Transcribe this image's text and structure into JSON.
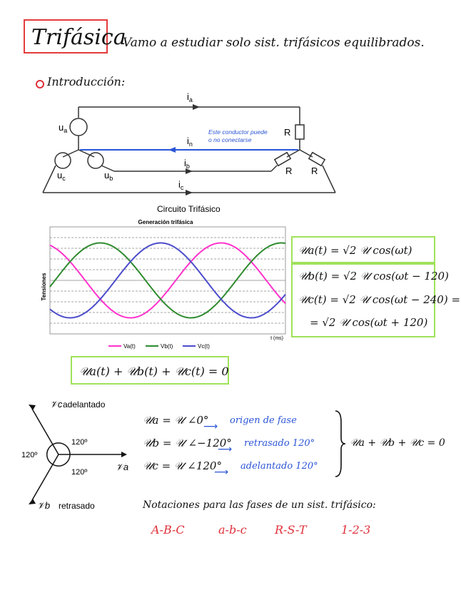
{
  "title": "Trifásica",
  "subtitle": "Vamo a estudiar solo sist. trifásicos equilibrados.",
  "intro": "Introducción:",
  "circuit": {
    "caption": "Circuito Trifásico",
    "note_line1": "Este conductor puede",
    "note_line2": "o no conectarse",
    "labels": {
      "ia": "i",
      "ia_sub": "a",
      "in": "i",
      "in_sub": "n",
      "ib": "i",
      "ib_sub": "b",
      "ic": "i",
      "ic_sub": "c",
      "ua": "u",
      "ua_sub": "a",
      "ub": "u",
      "ub_sub": "b",
      "uc": "u",
      "uc_sub": "c",
      "r1": "R",
      "r2": "R",
      "r3": "R"
    }
  },
  "chart_data": {
    "type": "line",
    "title": "Generación trifásica",
    "ylabel": "Tensiones",
    "xlabel": "t (ms)",
    "legend_position": "bottom",
    "grid": true,
    "series": [
      {
        "name": "Va(t)",
        "color": "#ff33cc",
        "phase_deg": 0
      },
      {
        "name": "Vb(t)",
        "color": "#2e8b2e",
        "phase_deg": -120
      },
      {
        "name": "Vc(t)",
        "color": "#4c4ccc",
        "phase_deg": 120
      }
    ]
  },
  "equations": {
    "ua": "𝒰a(t) = √2 𝒰 cos(ωt)",
    "ub": "𝒰b(t) = √2 𝒰 cos(ωt − 120)",
    "uc1": "𝒰c(t) = √2 𝒰 cos(ωt − 240) =",
    "uc2": "= √2 𝒰 cos(ωt + 120)",
    "sum": "𝒰a(t) + 𝒰b(t) + 𝒰c(t) = 0"
  },
  "phasor": {
    "vc_label": "𝒱c",
    "vc_text": "adelantado",
    "va_label": "𝒱a",
    "vb_label": "𝒱b",
    "vb_text": "retrasado",
    "angle1": "120º",
    "angle2": "120º",
    "angle3": "120º"
  },
  "phasor_eqs": {
    "a": "𝒰a = 𝒰 ∠0°",
    "a_note": "origen de fase",
    "b": "𝒰b = 𝒰 ∠−120°",
    "b_note": "retrasado 120°",
    "c": "𝒰c = 𝒰 ∠120°",
    "c_note": "adelantado 120°",
    "sum": "𝒰a + 𝒰b + 𝒰c = 0"
  },
  "notations": {
    "heading": "Notaciones para las fases de un sist. trifásico:",
    "items": [
      "A-B-C",
      "a-b-c",
      "R-S-T",
      "1-2-3"
    ]
  },
  "colors": {
    "accent_red": "#e0303a",
    "accent_blue": "#2b55d6",
    "box_green": "#9fe25a",
    "title_box_red": "#e53b3b"
  }
}
